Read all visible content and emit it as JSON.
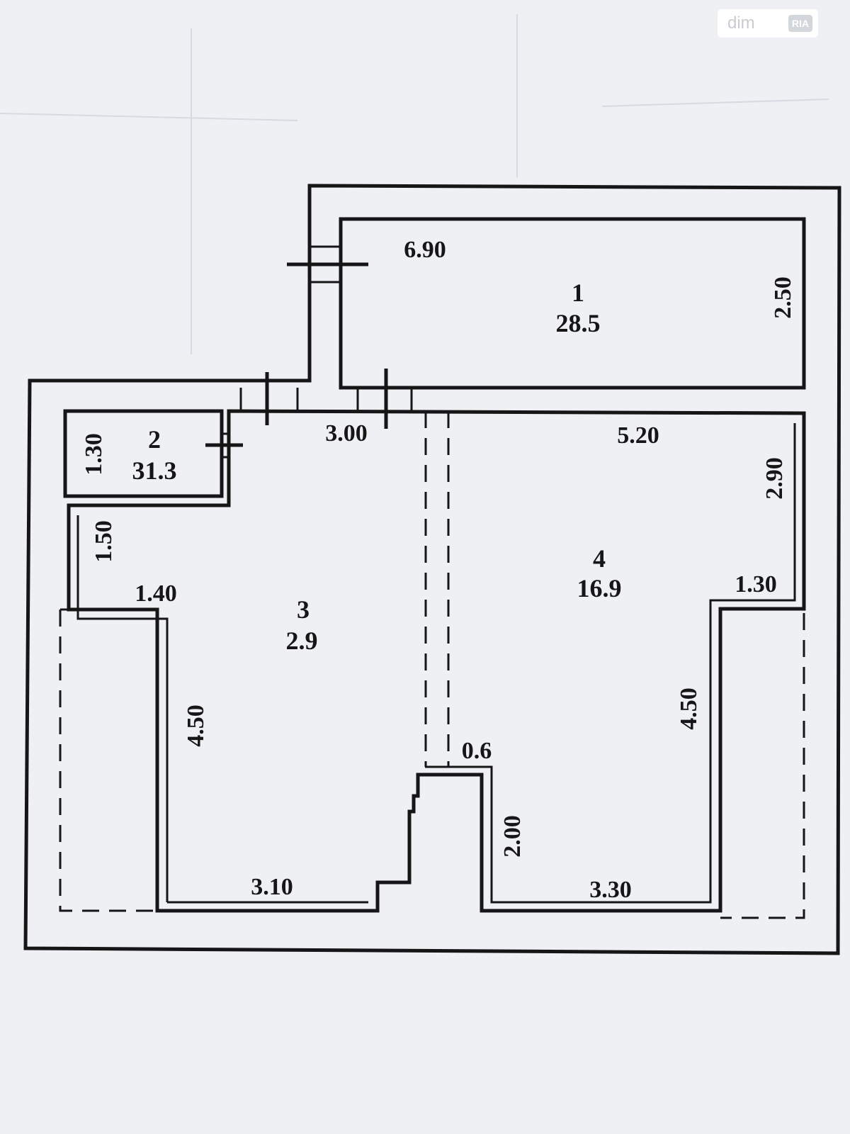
{
  "watermark": {
    "text": "dim",
    "badge": "RIA"
  },
  "rooms": [
    {
      "number": "1",
      "area": "28.5"
    },
    {
      "number": "2",
      "area": "31.3"
    },
    {
      "number": "3",
      "area": "2.9"
    },
    {
      "number": "4",
      "area": "16.9"
    }
  ],
  "dimensions": {
    "room4_width": "6.90",
    "room4_depth": "2.50",
    "room1_top": "3.00",
    "room2_top": "5.20",
    "room2_right_upper": "2.90",
    "room3_height": "1.30",
    "room1_left_upper": "1.50",
    "room1_ledge": "1.40",
    "room2_ledge": "1.30",
    "room1_left_lower": "4.50",
    "room2_right_lower": "4.50",
    "pillar_width": "0.6",
    "pillar_height": "2.00",
    "room1_bottom": "3.10",
    "room2_bottom": "3.30"
  },
  "colors": {
    "background": "#eef0f3",
    "lines": "#161616"
  }
}
